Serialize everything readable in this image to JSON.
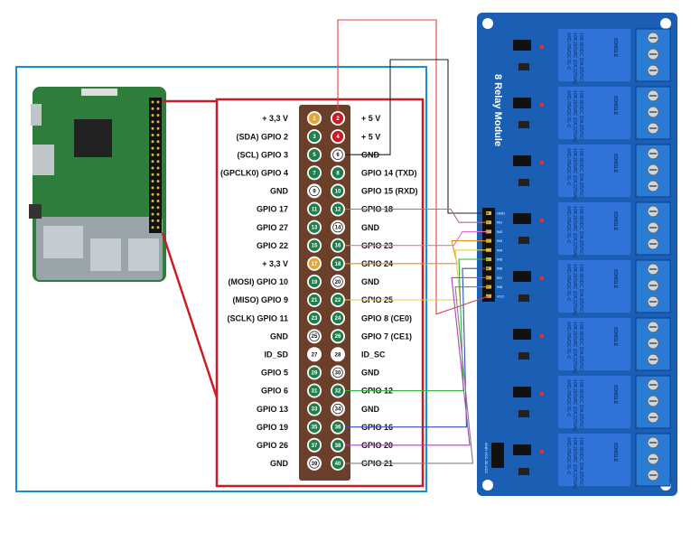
{
  "pi_header": {
    "left_labels": [
      "+ 3,3 V",
      "(SDA) GPIO 2",
      "(SCL) GPIO 3",
      "(GPCLK0) GPIO 4",
      "GND",
      "GPIO 17",
      "GPIO 27",
      "GPIO 22",
      "+ 3,3 V",
      "(MOSI) GPIO 10",
      "(MISO) GPIO 9",
      "(SCLK) GPIO 11",
      "GND",
      "ID_SD",
      "GPIO 5",
      "GPIO 6",
      "GPIO 13",
      "GPIO 19",
      "GPIO 26",
      "GND"
    ],
    "right_labels": [
      "+ 5 V",
      "+ 5 V",
      "GND",
      "GPIO 14 (TXD)",
      "GPIO 15 (RXD)",
      "GPIO 18",
      "GND",
      "GPIO 23",
      "GPIO 24",
      "GND",
      "GPIO 25",
      "GPIO 8 (CE0)",
      "GPIO 7 (CE1)",
      "ID_SC",
      "GND",
      "GPIO 12",
      "GND",
      "GPIO 16",
      "GPIO 20",
      "GPIO 21"
    ],
    "pins": [
      {
        "n": "1",
        "kind": "v33"
      },
      {
        "n": "2",
        "kind": "v5"
      },
      {
        "n": "3",
        "kind": "gpio"
      },
      {
        "n": "4",
        "kind": "v5"
      },
      {
        "n": "5",
        "kind": "gpio"
      },
      {
        "n": "6",
        "kind": "gnd"
      },
      {
        "n": "7",
        "kind": "gpio"
      },
      {
        "n": "8",
        "kind": "gpio"
      },
      {
        "n": "9",
        "kind": "gnd"
      },
      {
        "n": "10",
        "kind": "gpio"
      },
      {
        "n": "11",
        "kind": "gpio"
      },
      {
        "n": "12",
        "kind": "gpio"
      },
      {
        "n": "13",
        "kind": "gpio"
      },
      {
        "n": "14",
        "kind": "gnd"
      },
      {
        "n": "15",
        "kind": "gpio"
      },
      {
        "n": "16",
        "kind": "gpio"
      },
      {
        "n": "17",
        "kind": "v33"
      },
      {
        "n": "18",
        "kind": "gpio"
      },
      {
        "n": "19",
        "kind": "gpio"
      },
      {
        "n": "20",
        "kind": "gnd"
      },
      {
        "n": "21",
        "kind": "gpio"
      },
      {
        "n": "22",
        "kind": "gpio"
      },
      {
        "n": "23",
        "kind": "gpio"
      },
      {
        "n": "24",
        "kind": "gpio"
      },
      {
        "n": "25",
        "kind": "gnd"
      },
      {
        "n": "26",
        "kind": "gpio"
      },
      {
        "n": "27",
        "kind": "id"
      },
      {
        "n": "28",
        "kind": "id"
      },
      {
        "n": "29",
        "kind": "gpio"
      },
      {
        "n": "30",
        "kind": "gnd"
      },
      {
        "n": "31",
        "kind": "gpio"
      },
      {
        "n": "32",
        "kind": "gpio"
      },
      {
        "n": "33",
        "kind": "gpio"
      },
      {
        "n": "34",
        "kind": "gnd"
      },
      {
        "n": "35",
        "kind": "gpio"
      },
      {
        "n": "36",
        "kind": "gpio"
      },
      {
        "n": "37",
        "kind": "gpio"
      },
      {
        "n": "38",
        "kind": "gpio"
      },
      {
        "n": "39",
        "kind": "gnd"
      },
      {
        "n": "40",
        "kind": "gpio"
      }
    ]
  },
  "relay_module": {
    "title": "8 Relay Module",
    "relay_lines": [
      "SRD-05VDC-SL-C",
      "10A 250VAC  10A 125VAC",
      "10A 30VDC  10A 28VDC"
    ],
    "relay_brand": "SONGLE",
    "input_pins": [
      "GND",
      "IN1",
      "IN2",
      "IN3",
      "IN4",
      "IN5",
      "IN6",
      "IN7",
      "IN8",
      "VCC"
    ],
    "jd_pins": "GND VCC JD-VCC"
  },
  "wires": [
    {
      "from_pin": "2",
      "to": "VCC",
      "color": "#e04040"
    },
    {
      "from_pin": "6",
      "to": "GND",
      "color": "#222222"
    },
    {
      "from_pin": "12",
      "to": "IN1",
      "color": "#b07070"
    },
    {
      "from_pin": "16",
      "to": "IN2",
      "color": "#e070c0"
    },
    {
      "from_pin": "18",
      "to": "IN3",
      "color": "#e09020"
    },
    {
      "from_pin": "22",
      "to": "IN4",
      "color": "#e0d040"
    },
    {
      "from_pin": "32",
      "to": "IN5",
      "color": "#30b040"
    },
    {
      "from_pin": "36",
      "to": "IN6",
      "color": "#3050c0"
    },
    {
      "from_pin": "38",
      "to": "IN7",
      "color": "#b040c0"
    },
    {
      "from_pin": "40",
      "to": "IN8",
      "color": "#808080"
    }
  ],
  "colors": {
    "frame_blue": "#1f8bd6",
    "frame_red": "#c81d25",
    "header_brown": "#6b3f2a",
    "pcb_green": "#2f7d3a",
    "module_blue": "#1a5fb4",
    "relay_blue": "#2f73d8"
  },
  "icons": [
    "raspberry-pi-board",
    "relay-module-board"
  ]
}
